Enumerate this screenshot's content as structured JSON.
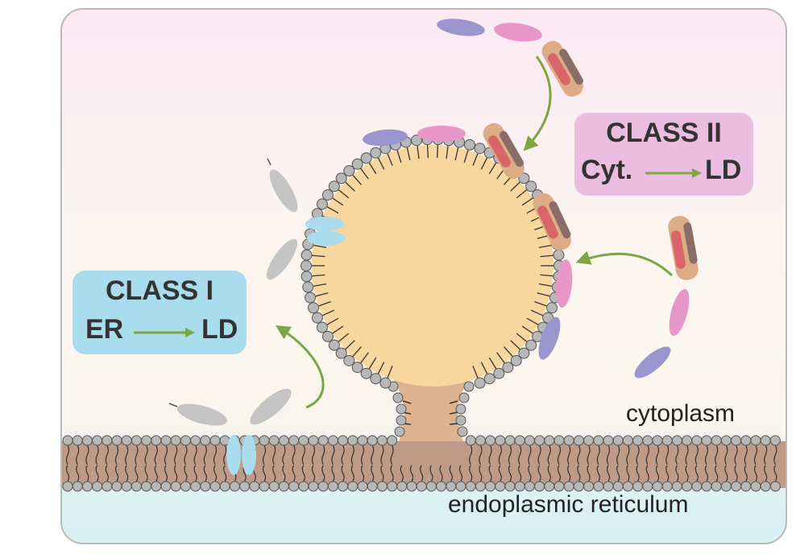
{
  "class_one": {
    "title": "CLASS I",
    "from": "ER",
    "to": "LD"
  },
  "class_two": {
    "title": "CLASS II",
    "from": "Cyt.",
    "to": "LD"
  },
  "labels": {
    "cytoplasm": "cytoplasm",
    "er": "endoplasmic reticulum"
  },
  "colors": {
    "lipid_droplet": "#f7d79d",
    "membrane_body": "#bf9a86",
    "head": "#b8b8b8",
    "class1_box": "#a9dcec",
    "class2_box": "#ebbde0",
    "arrow": "#7ca544",
    "grey_protein": "#c4c4c4",
    "cyan_protein": "#a9dcec",
    "purple_protein": "#9a95cc",
    "pink_protein": "#e796c8",
    "tan_protein": "#dcac87",
    "red_protein": "#d9656a",
    "brown_protein": "#8a6d66"
  }
}
